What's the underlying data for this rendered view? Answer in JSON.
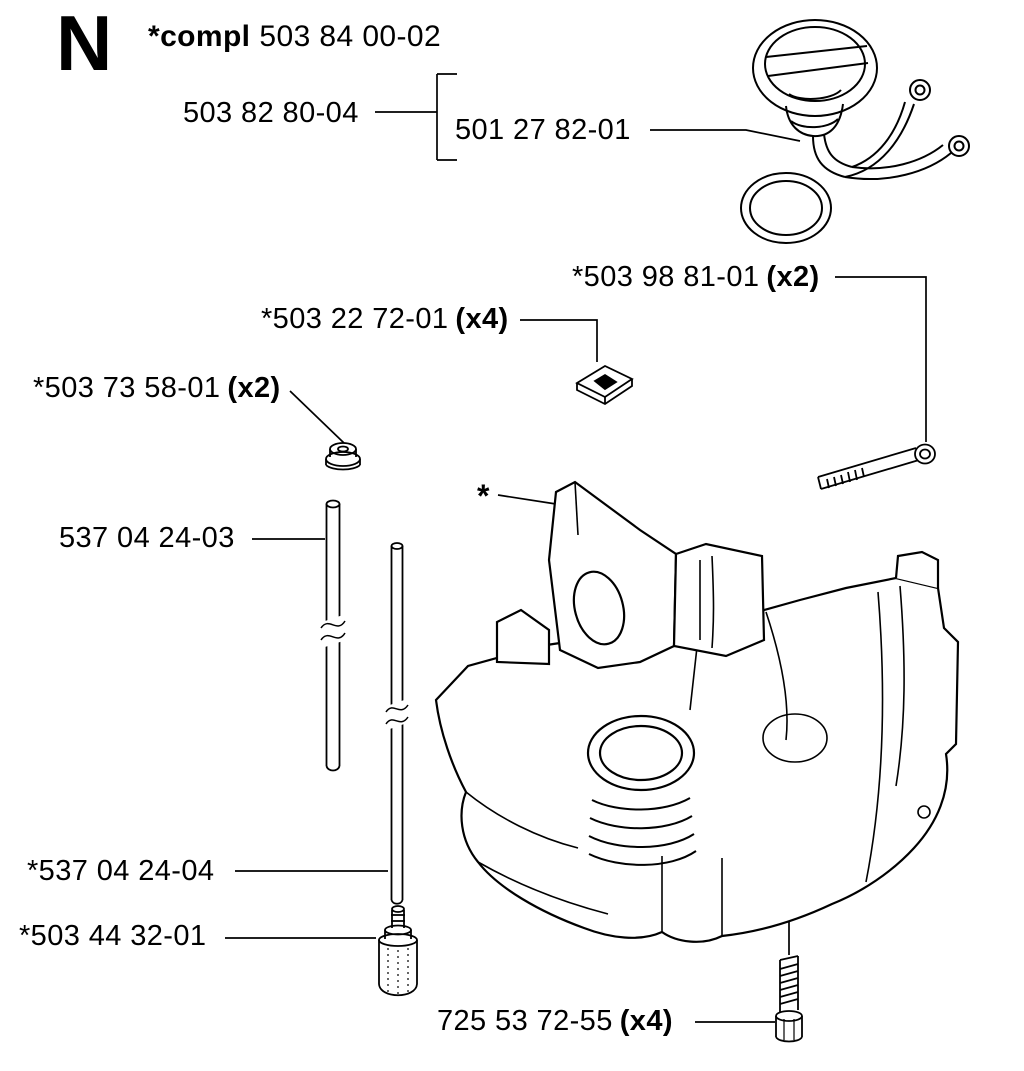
{
  "page": {
    "section_letter": "N",
    "title": {
      "prefix": "*compl",
      "number": "503 84 00-02"
    }
  },
  "labels": {
    "cap": {
      "number": "503 82 80-04"
    },
    "retainer": {
      "number": "501 27 82-01"
    },
    "bolt": {
      "number": "*503 98 81-01",
      "qty": "(x2)"
    },
    "clip": {
      "number": "*503 22 72-01",
      "qty": "(x4)"
    },
    "grommet": {
      "number": "*503 73 58-01",
      "qty": "(x2)"
    },
    "hose_long": {
      "number": "537 04 24-03"
    },
    "crankcase_marker": {
      "number": "*"
    },
    "hose_short": {
      "number": "*537 04 24-04"
    },
    "filter": {
      "number": "*503 44 32-01"
    },
    "screw": {
      "number": "725 53 72-55",
      "qty": "(x4)"
    }
  }
}
